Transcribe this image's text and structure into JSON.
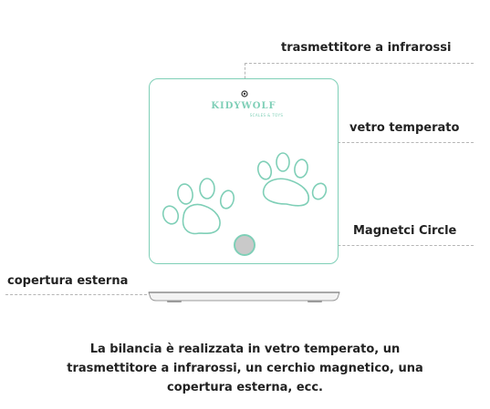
{
  "labels": {
    "infrared": "trasmettitore a infrarossi",
    "glass": "vetro temperato",
    "magnet": "Magnetci Circle",
    "cover": "copertura esterna"
  },
  "brand": {
    "name": "KIDYWOLF",
    "tagline": "SCALES & TOYS"
  },
  "caption": {
    "line1": "La bilancia  è  realizzata in vetro temperato, un",
    "line2": "trasmettitore a infrarossi, un cerchio magnetico, una",
    "line3": "copertura esterna, ecc."
  },
  "colors": {
    "accent": "#7fcfb7",
    "magnet_fill": "#c9c9c9",
    "dash": "#b5b5b5"
  }
}
